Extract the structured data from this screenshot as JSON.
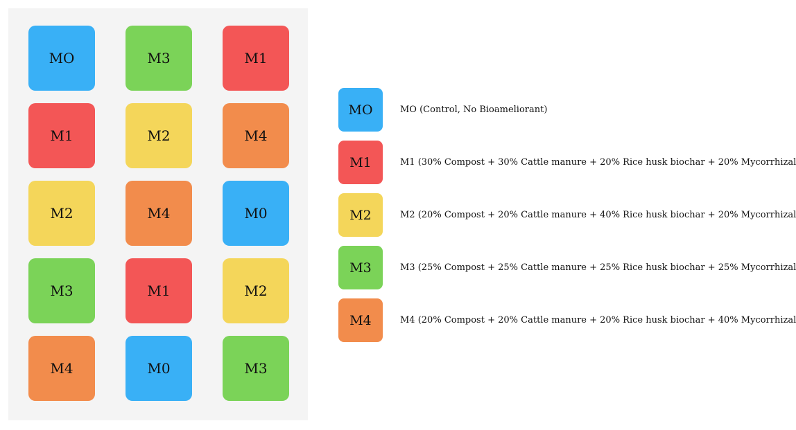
{
  "colors": {
    "MO": "#39b0f6",
    "M1": "#f35656",
    "M2": "#f4d65a",
    "M3": "#7bd358",
    "M4": "#f28c4c"
  },
  "layout": {
    "rows": [
      [
        {
          "label": "MO",
          "treatment": "MO"
        },
        {
          "label": "M3",
          "treatment": "M3"
        },
        {
          "label": "M1",
          "treatment": "M1"
        }
      ],
      [
        {
          "label": "M1",
          "treatment": "M1"
        },
        {
          "label": "M2",
          "treatment": "M2"
        },
        {
          "label": "M4",
          "treatment": "M4"
        }
      ],
      [
        {
          "label": "M2",
          "treatment": "M2"
        },
        {
          "label": "M4",
          "treatment": "M4"
        },
        {
          "label": "M0",
          "treatment": "MO"
        }
      ],
      [
        {
          "label": "M3",
          "treatment": "M3"
        },
        {
          "label": "M1",
          "treatment": "M1"
        },
        {
          "label": "M2",
          "treatment": "M2"
        }
      ],
      [
        {
          "label": "M4",
          "treatment": "M4"
        },
        {
          "label": "M0",
          "treatment": "MO"
        },
        {
          "label": "M3",
          "treatment": "M3"
        }
      ]
    ]
  },
  "legend": [
    {
      "code": "MO",
      "label": "MO",
      "description": "MO (Control, No Bioameliorant)"
    },
    {
      "code": "M1",
      "label": "M1",
      "description": "M1 (30% Compost + 30% Cattle manure + 20% Rice husk biochar + 20% Mycorrhizal"
    },
    {
      "code": "M2",
      "label": "M2",
      "description": "M2 (20% Compost + 20% Cattle manure + 40% Rice husk biochar + 20% Mycorrhizal"
    },
    {
      "code": "M3",
      "label": "M3",
      "description": "M3 (25% Compost + 25% Cattle manure + 25% Rice husk biochar + 25% Mycorrhizal"
    },
    {
      "code": "M4",
      "label": "M4",
      "description": "M4 (20% Compost + 20% Cattle manure + 20% Rice husk biochar + 40% Mycorrhizal"
    }
  ]
}
